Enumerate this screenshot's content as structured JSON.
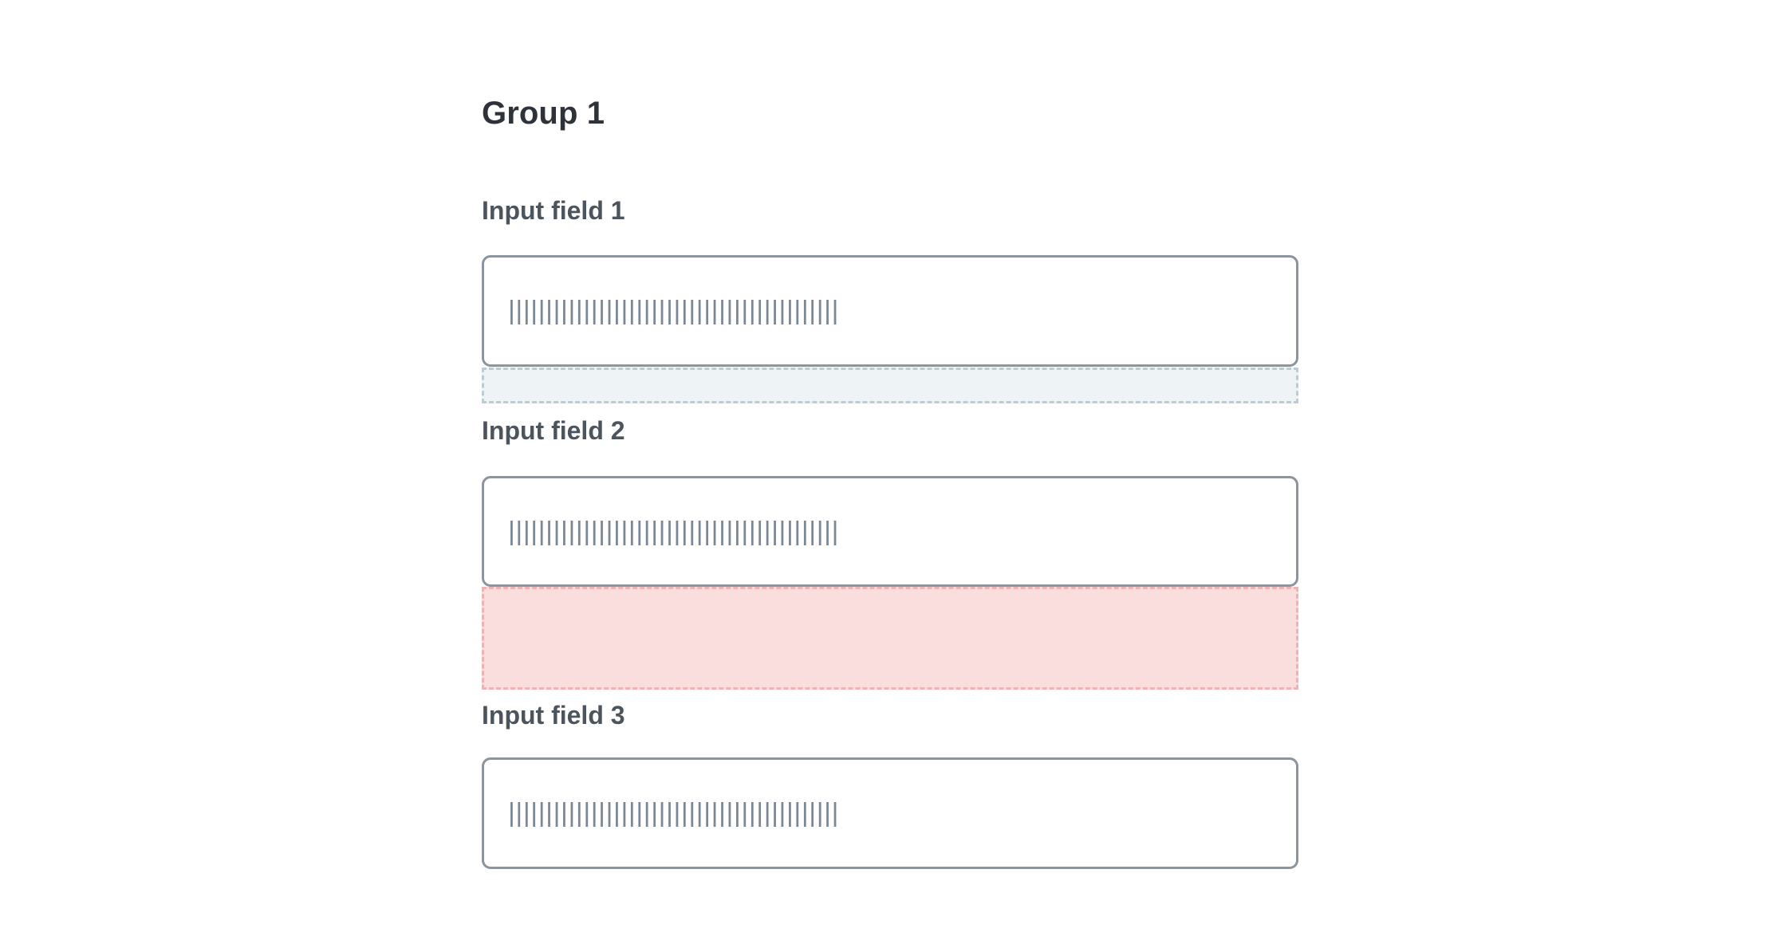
{
  "form": {
    "group_title": "Group 1",
    "fields": [
      {
        "label": "Input field 1",
        "value": "||||||||||||||||||||||||||||||||||||||||||||",
        "placeholder": "",
        "validation": {
          "state": "info",
          "message": "",
          "background_color": "#eef4f6",
          "border_color": "#b9cdd2"
        }
      },
      {
        "label": "Input field 2",
        "value": "||||||||||||||||||||||||||||||||||||||||||||",
        "placeholder": "",
        "validation": {
          "state": "error",
          "message": "",
          "background_color": "#fadddd",
          "border_color": "#f0b3b3"
        }
      },
      {
        "label": "Input field 3",
        "value": "||||||||||||||||||||||||||||||||||||||||||||",
        "placeholder": "",
        "validation": null
      }
    ]
  },
  "theme": {
    "page_background": "#ffffff",
    "title_color": "#2d3339",
    "label_color": "#4c545d",
    "input_border_color": "#8c949e",
    "input_text_color": "#7b8794"
  }
}
